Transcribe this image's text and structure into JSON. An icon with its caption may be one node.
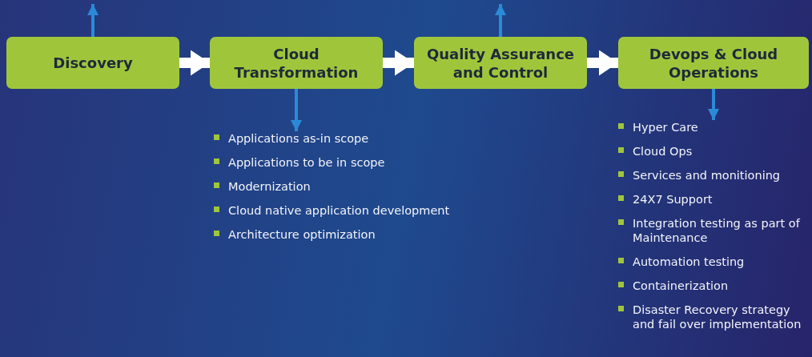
{
  "diagram": {
    "nodes": [
      {
        "text": [
          "Discovery"
        ]
      },
      {
        "text": [
          "Cloud Transformation"
        ]
      },
      {
        "text": [
          "Quality Assurance and Control"
        ]
      },
      {
        "text": [
          "Devops & Cloud Operations"
        ]
      },
      {
        "text": [
          "Applications as-in scope",
          "Applications to be in scope",
          "Modernization",
          "Cloud native application development",
          "Architecture optimization"
        ]
      },
      {
        "text": [
          "Hyper Care",
          "Cloud Ops",
          "Services and monitioning",
          "24X7 Support",
          "Integration testing as part of Maintenance",
          "Automation testing",
          "Containerization",
          "Disaster Recovery strategy and fail over implementation"
        ]
      }
    ],
    "edges": [
      {
        "from": 0,
        "to": null,
        "arrow": "to",
        "color": "#2b8ad8"
      },
      {
        "from": 2,
        "to": null,
        "arrow": "to",
        "color": "#2b8ad8"
      },
      {
        "from": 0,
        "to": 1,
        "arrow": "to",
        "style": "thick",
        "color": "#ffffff"
      },
      {
        "from": 1,
        "to": 2,
        "arrow": "to",
        "style": "thick",
        "color": "#ffffff"
      },
      {
        "from": 2,
        "to": 3,
        "arrow": "to",
        "style": "thick",
        "color": "#ffffff"
      },
      {
        "from": 1,
        "to": 4,
        "arrow": "to",
        "color": "#2b8ad8"
      },
      {
        "from": 3,
        "to": 5,
        "arrow": "to",
        "color": "#2b8ad8"
      }
    ]
  }
}
